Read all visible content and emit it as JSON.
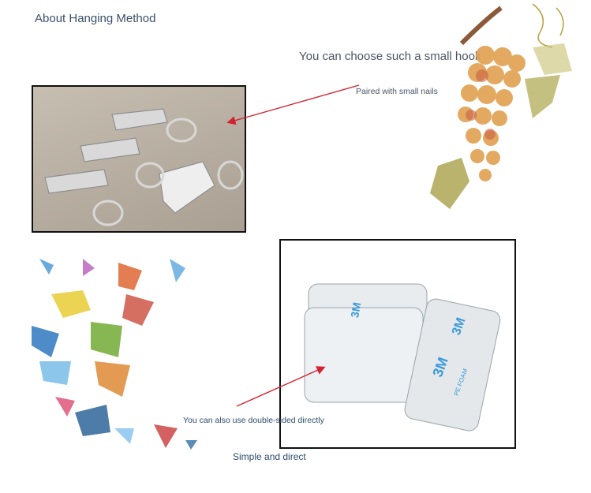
{
  "header": {
    "title": "About Hanging Method"
  },
  "hook_callout": {
    "text": "You can choose such a small hook"
  },
  "nails_callout": {
    "text": "Paired with small nails"
  },
  "tape_callout": {
    "text": "You can also use double-sided directly"
  },
  "footer_caption": {
    "text": "Simple and direct"
  },
  "tape_brand": {
    "logo": "3M",
    "label": "PE FOAM"
  },
  "colors": {
    "text_dark_blue": "#3b4f6b",
    "arrow_red": "#d42030",
    "frame_black": "#111111",
    "tape_blue": "#3a9ad9"
  }
}
